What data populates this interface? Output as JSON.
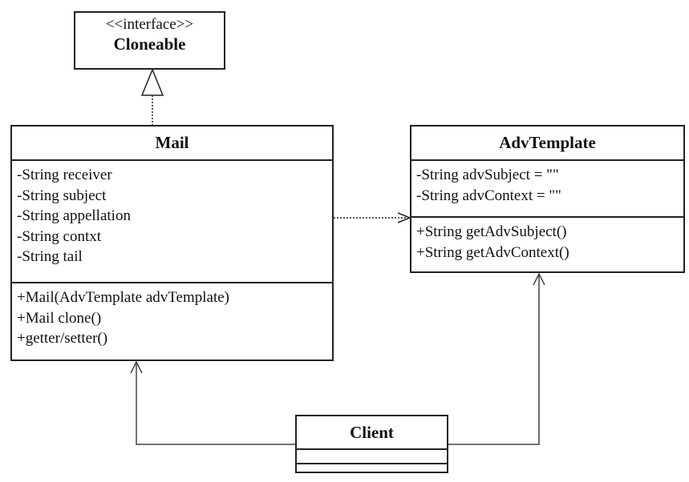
{
  "diagram": {
    "type": "UML class diagram",
    "classes": {
      "cloneable": {
        "stereotype": "<<interface>>",
        "name": "Cloneable"
      },
      "mail": {
        "name": "Mail",
        "attributes": [
          "-String receiver",
          "-String subject",
          "-String appellation",
          "-String contxt",
          "-String tail"
        ],
        "methods": [
          "+Mail(AdvTemplate advTemplate)",
          "+Mail clone()",
          "+getter/setter()"
        ]
      },
      "advTemplate": {
        "name": "AdvTemplate",
        "attributes": [
          "-String advSubject = \"\"",
          "-String advContext = \"\""
        ],
        "methods": [
          "+String getAdvSubject()",
          "+String getAdvContext()"
        ]
      },
      "client": {
        "name": "Client",
        "attributes": [],
        "methods": []
      }
    },
    "relationships": [
      {
        "from": "Mail",
        "to": "Cloneable",
        "kind": "realization"
      },
      {
        "from": "Mail",
        "to": "AdvTemplate",
        "kind": "dependency"
      },
      {
        "from": "Client",
        "to": "Mail",
        "kind": "association"
      },
      {
        "from": "Client",
        "to": "AdvTemplate",
        "kind": "association"
      }
    ],
    "colors": {
      "stroke": "#222222",
      "background": "#ffffff"
    }
  }
}
